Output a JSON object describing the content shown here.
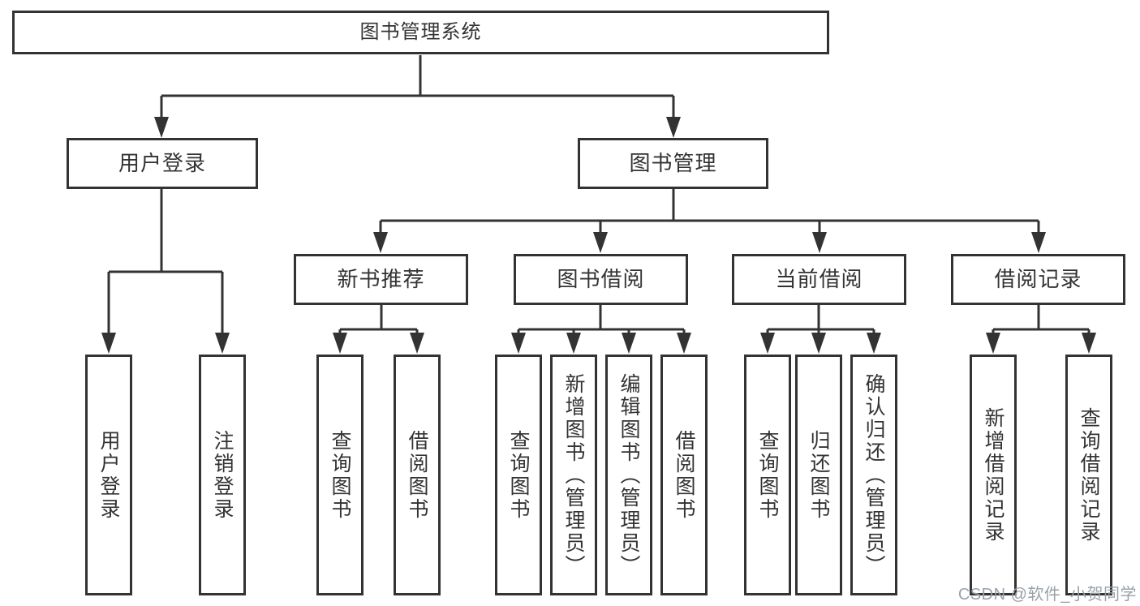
{
  "diagram": {
    "root": {
      "label": "图书管理系统"
    },
    "branches": [
      {
        "label": "用户登录",
        "leaves": [
          {
            "label": "用户登录"
          },
          {
            "label": "注销登录"
          }
        ]
      },
      {
        "label": "图书管理",
        "sections": [
          {
            "label": "新书推荐",
            "leaves": [
              {
                "label": "查询图书"
              },
              {
                "label": "借阅图书"
              }
            ]
          },
          {
            "label": "图书借阅",
            "leaves": [
              {
                "label": "查询图书"
              },
              {
                "label": "新增图书（管理员）"
              },
              {
                "label": "编辑图书（管理员）"
              },
              {
                "label": "借阅图书"
              }
            ]
          },
          {
            "label": "当前借阅",
            "leaves": [
              {
                "label": "查询图书"
              },
              {
                "label": "归还图书"
              },
              {
                "label": "确认归还（管理员）"
              }
            ]
          },
          {
            "label": "借阅记录",
            "leaves": [
              {
                "label": "新增借阅记录"
              },
              {
                "label": "查询借阅记录"
              }
            ]
          }
        ]
      }
    ]
  },
  "watermark": {
    "text": "CSDN @软件_小贺同学"
  },
  "colors": {
    "line": "#333333",
    "text": "#333333",
    "box_fill": "#ffffff",
    "background": "#ffffff",
    "watermark": "#9aa1a9"
  }
}
